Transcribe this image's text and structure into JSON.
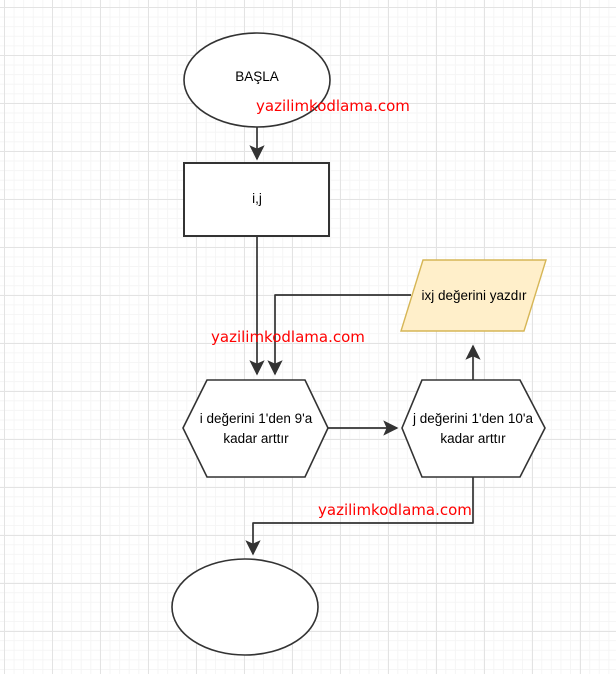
{
  "canvas": {
    "background": "#ffffff",
    "grid_minor_color": "#f5f5f5",
    "grid_major_color": "#e3e3e3"
  },
  "watermark": {
    "text": "yazilimkodlama.com",
    "color": "#ff0000"
  },
  "nodes": {
    "start": {
      "shape": "ellipse",
      "label": "BAŞLA"
    },
    "init": {
      "shape": "rectangle",
      "label": "i,j"
    },
    "print": {
      "shape": "parallelogram",
      "label": "ixj değerini yazdır",
      "fill": "#ffefca",
      "stroke": "#d6b656"
    },
    "loop_i": {
      "shape": "hexagon",
      "label_line1": "i değerini 1'den 9'a",
      "label_line2": "kadar arttır"
    },
    "loop_j": {
      "shape": "hexagon",
      "label_line1": "j değerini 1'den 10'a",
      "label_line2": "kadar arttır"
    },
    "end": {
      "shape": "ellipse",
      "label": ""
    }
  },
  "edges": [
    {
      "from": "start",
      "to": "init"
    },
    {
      "from": "init",
      "to": "loop_i"
    },
    {
      "from": "print",
      "to": "loop_i"
    },
    {
      "from": "loop_i",
      "to": "loop_j"
    },
    {
      "from": "loop_j",
      "to": "print"
    },
    {
      "from": "loop_j",
      "to": "end"
    }
  ],
  "colors": {
    "shape_stroke": "#333333",
    "arrow": "#333333",
    "label_text": "#000000"
  }
}
